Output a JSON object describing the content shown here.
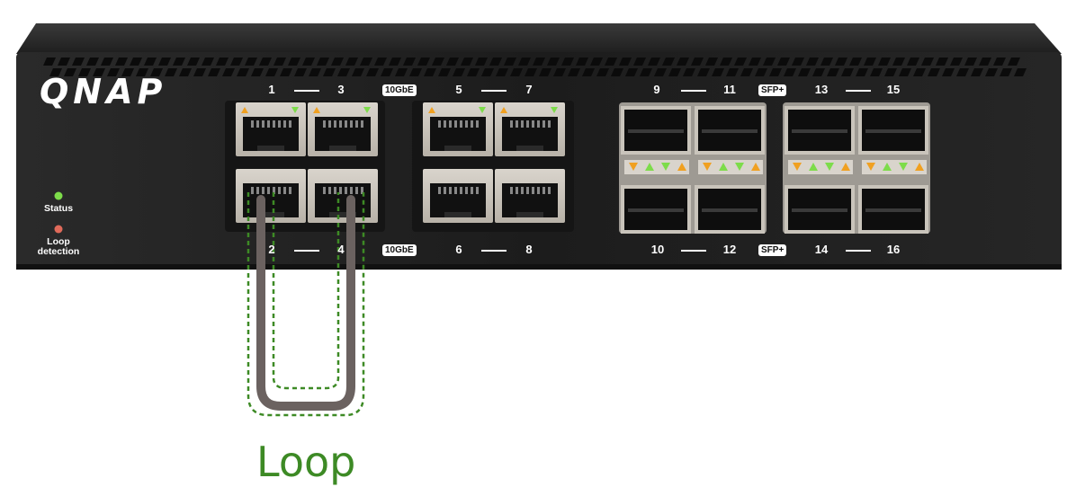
{
  "brand": {
    "logo_text": "QNAP"
  },
  "panel": {
    "indicators": [
      {
        "label": "Status",
        "led_color": "#7ddc4a"
      },
      {
        "label": "Loop\ndetection",
        "led_color": "#e06a5a"
      }
    ]
  },
  "port_groups": [
    {
      "top_left": "1",
      "top_right": "3",
      "bottom_left": "2",
      "bottom_right": "4",
      "badge": "10GbE"
    },
    {
      "top_left": "5",
      "top_right": "7",
      "bottom_left": "6",
      "bottom_right": "8",
      "badge": ""
    },
    {
      "top_left": "9",
      "top_right": "11",
      "bottom_left": "10",
      "bottom_right": "12",
      "badge": "SFP+"
    },
    {
      "top_left": "13",
      "top_right": "15",
      "bottom_left": "14",
      "bottom_right": "16",
      "badge": ""
    }
  ],
  "badges": {
    "rj45_top": "10GbE",
    "rj45_bottom": "10GbE",
    "sfp_top": "SFP+",
    "sfp_bottom": "SFP+"
  },
  "caption": {
    "loop": "Loop"
  },
  "colors": {
    "chassis": "#262626",
    "loop_green": "#3d8a25",
    "cable": "#6b6260",
    "led_orange": "#f0a020",
    "led_green": "#7ddc4a"
  }
}
